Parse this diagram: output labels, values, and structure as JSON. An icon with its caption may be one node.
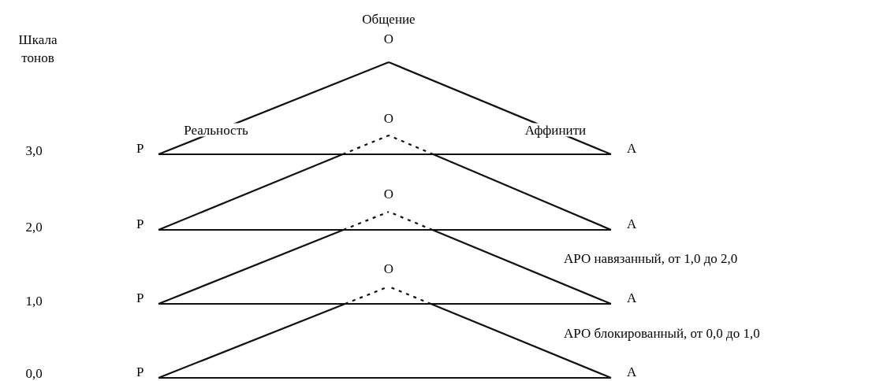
{
  "diagram": {
    "nodes": [
      {
        "text": [
          "O"
        ],
        "beside": [
          "Общение"
        ]
      },
      {
        "text": [
          "O"
        ]
      },
      {
        "text": [
          "P"
        ]
      },
      {
        "text": [
          "A"
        ]
      },
      {
        "text": [
          "O"
        ]
      },
      {
        "text": [
          "P"
        ]
      },
      {
        "text": [
          "A"
        ]
      },
      {
        "text": [
          "O"
        ]
      },
      {
        "text": [
          "P"
        ]
      },
      {
        "text": [
          "A"
        ]
      },
      {
        "text": [
          "P"
        ]
      },
      {
        "text": [
          "A"
        ]
      }
    ],
    "edges": [
      {
        "from": 0,
        "to": 2,
        "arrow": "none",
        "label": "Реальность"
      },
      {
        "from": 0,
        "to": 3,
        "arrow": "none",
        "label": "Аффинити"
      },
      {
        "from": 2,
        "to": 3,
        "arrow": "none"
      },
      {
        "from": 5,
        "to": 1,
        "arrow": "none",
        "style": "dashed"
      },
      {
        "from": 6,
        "to": 1,
        "arrow": "none",
        "style": "dashed"
      },
      {
        "from": 5,
        "to": 6,
        "arrow": "none"
      },
      {
        "from": 8,
        "to": 4,
        "arrow": "none",
        "style": "dashed"
      },
      {
        "from": 9,
        "to": 4,
        "arrow": "none",
        "style": "dashed"
      },
      {
        "from": 8,
        "to": 9,
        "arrow": "none"
      },
      {
        "from": 10,
        "to": 7,
        "arrow": "none",
        "style": "dashed"
      },
      {
        "from": 11,
        "to": 7,
        "arrow": "none",
        "style": "dashed"
      },
      {
        "from": 10,
        "to": 11,
        "arrow": "none"
      }
    ],
    "labels": [
      "Шкала тонов",
      "3,0",
      "2,0",
      "1,0",
      "0,0",
      "АРО навязанный, от 1,0 до 2,0",
      "АРО блокированный, от 0,0 до 1,0"
    ]
  }
}
